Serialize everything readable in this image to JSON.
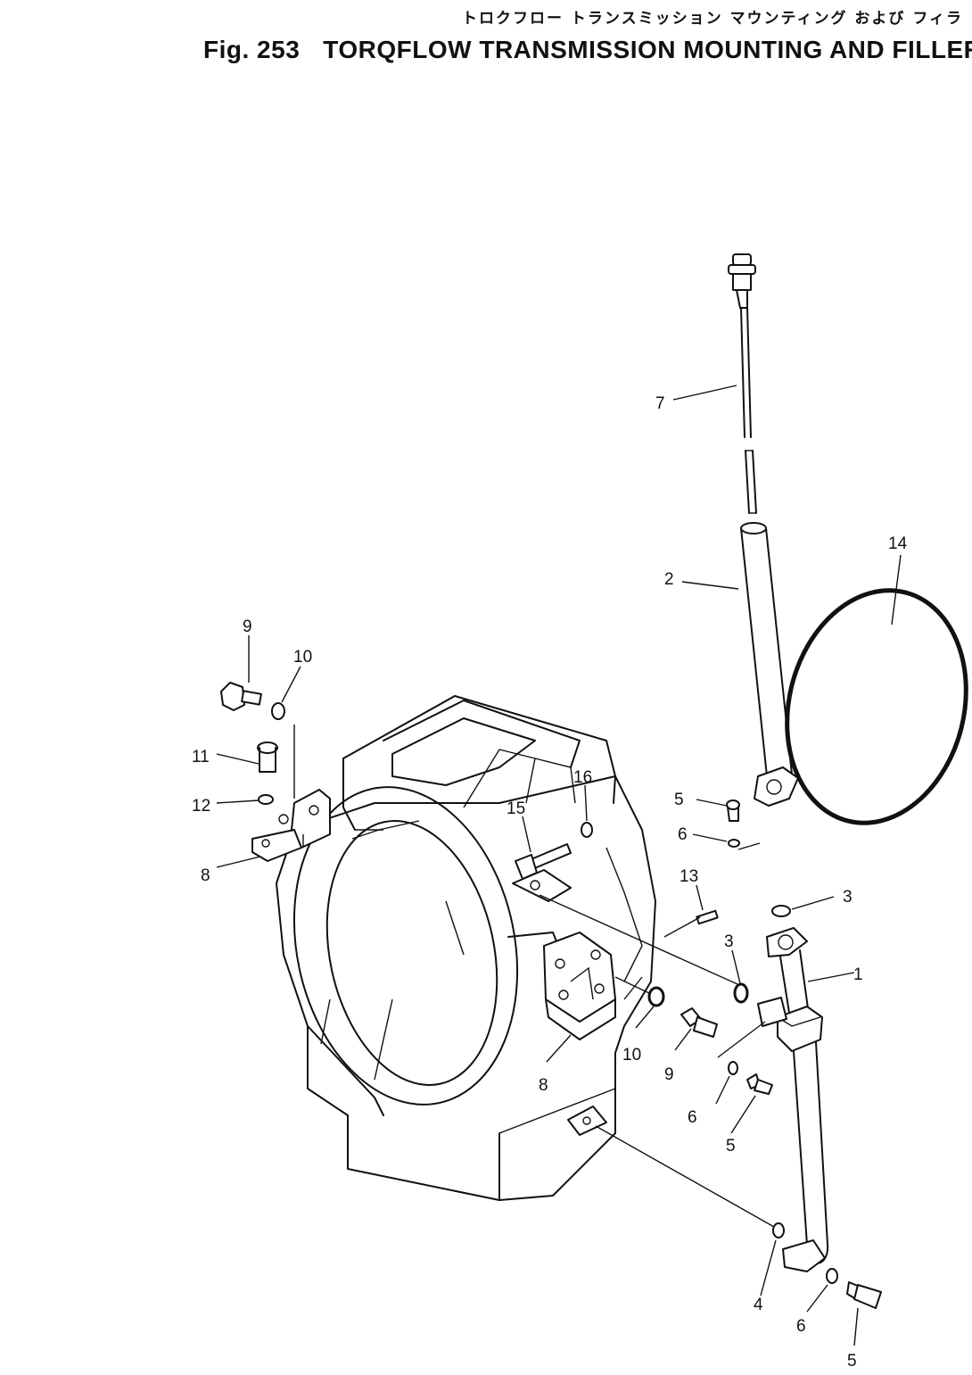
{
  "title": {
    "japanese": "トロクフロー トランスミッション マウンティング および フィラ",
    "figure": "Fig. 253",
    "english": "TORQFLOW TRANSMISSION MOUNTING AND FILLER"
  },
  "callouts": [
    {
      "id": "c7",
      "label": "7"
    },
    {
      "id": "c2",
      "label": "2"
    },
    {
      "id": "c14",
      "label": "14"
    },
    {
      "id": "c9a",
      "label": "9"
    },
    {
      "id": "c10a",
      "label": "10"
    },
    {
      "id": "c11",
      "label": "11"
    },
    {
      "id": "c12",
      "label": "12"
    },
    {
      "id": "c8a",
      "label": "8"
    },
    {
      "id": "c15",
      "label": "15"
    },
    {
      "id": "c16",
      "label": "16"
    },
    {
      "id": "c5a",
      "label": "5"
    },
    {
      "id": "c6a",
      "label": "6"
    },
    {
      "id": "c13",
      "label": "13"
    },
    {
      "id": "c3a",
      "label": "3"
    },
    {
      "id": "c3b",
      "label": "3"
    },
    {
      "id": "c1",
      "label": "1"
    },
    {
      "id": "c10b",
      "label": "10"
    },
    {
      "id": "c9b",
      "label": "9"
    },
    {
      "id": "c8b",
      "label": "8"
    },
    {
      "id": "c6b",
      "label": "6"
    },
    {
      "id": "c5b",
      "label": "5"
    },
    {
      "id": "c4",
      "label": "4"
    },
    {
      "id": "c6c",
      "label": "6"
    },
    {
      "id": "c5c",
      "label": "5"
    }
  ]
}
